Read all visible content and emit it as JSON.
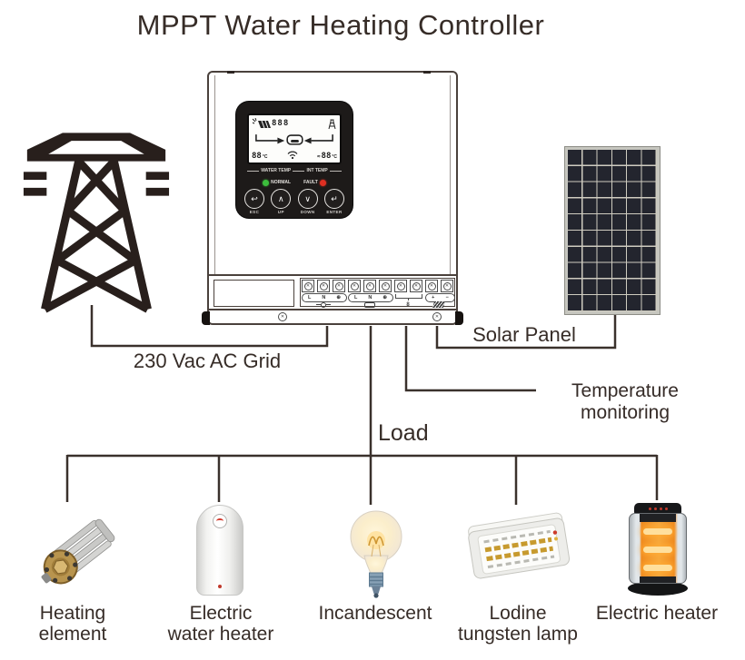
{
  "title": "MPPT Water Heating Controller",
  "connections": {
    "ac_grid": "230 Vac AC Grid",
    "solar": "Solar Panel",
    "temperature_line1": "Temperature",
    "temperature_line2": "monitoring",
    "load": "Load"
  },
  "controller": {
    "lcd": {
      "pv_digits": "888",
      "left_temp": "88",
      "right_temp": "88",
      "deg_unit": "°C",
      "approx": "≈"
    },
    "lcd_labels": {
      "water": "WATER TEMP",
      "int": "INT TEMP"
    },
    "leds": {
      "normal": "NORMAL",
      "fault": "FAULT"
    },
    "buttons": [
      {
        "glyph": "↩",
        "label": "ESC"
      },
      {
        "glyph": "∧",
        "label": "UP"
      },
      {
        "glyph": "∨",
        "label": "DOWN"
      },
      {
        "glyph": "↵",
        "label": "ENTER"
      }
    ],
    "terminal_groups": [
      {
        "labels": [
          "L",
          "N",
          "⊕"
        ]
      },
      {
        "labels": [
          "L",
          "N",
          "⊕"
        ]
      },
      {
        "labels": [
          "+",
          "−"
        ]
      }
    ],
    "temp_sensor_mark": "8"
  },
  "loads": [
    {
      "lines": [
        "Heating",
        "element"
      ]
    },
    {
      "lines": [
        "Electric",
        "water heater"
      ]
    },
    {
      "lines": [
        "Incandescent"
      ]
    },
    {
      "lines": [
        "Lodine",
        "tungsten lamp"
      ]
    },
    {
      "lines": [
        "Electric heater"
      ]
    }
  ],
  "colors": {
    "ink": "#362c27",
    "led_normal": "#3cbd3c",
    "led_fault": "#df2f22",
    "solar_cell": "#23252e",
    "heater_glow": "#f08a1e"
  }
}
